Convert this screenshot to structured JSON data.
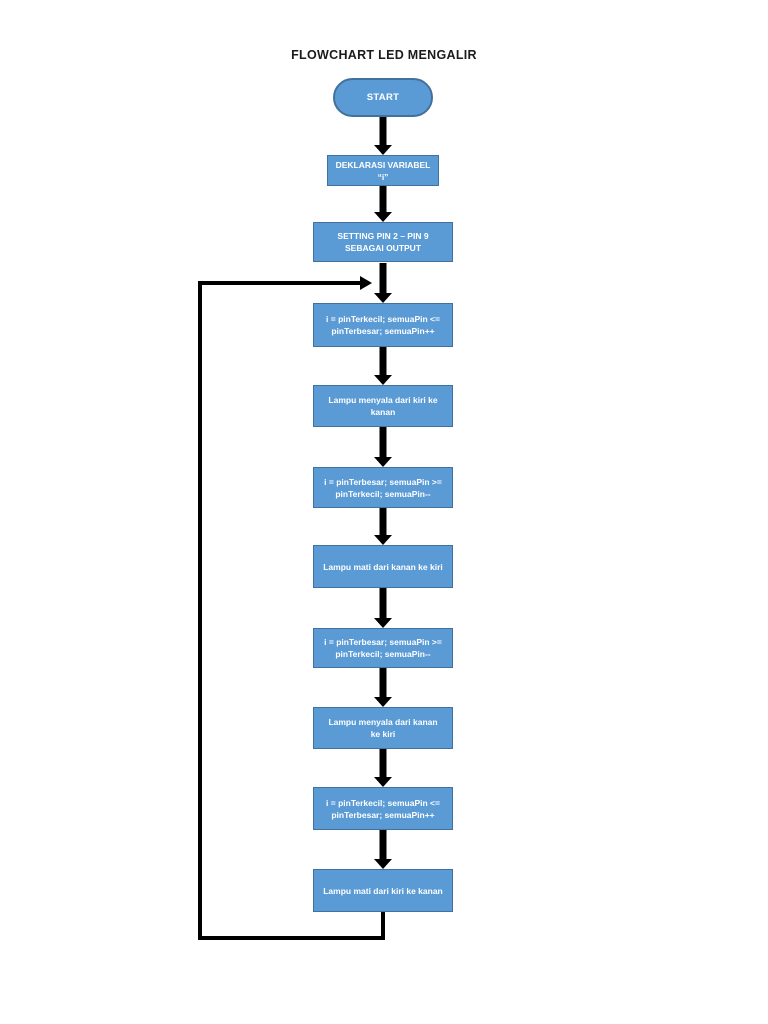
{
  "page": {
    "title": "FLOWCHART LED MENGALIR"
  },
  "flowchart": {
    "colors": {
      "node_fill": "#5B9BD5",
      "node_border": "#41719C",
      "node_text": "#FFFFFF",
      "line": "#000000"
    },
    "nodes": [
      {
        "id": "start",
        "shape": "terminator",
        "line1": "START"
      },
      {
        "id": "deklarasi-variabel",
        "shape": "process",
        "line1": "DEKLARASI VARIABEL",
        "line2": "“i”"
      },
      {
        "id": "setting-pin-output",
        "shape": "process",
        "line1": "SETTING PIN 2 – PIN 9",
        "line2": "SEBAGAI OUTPUT"
      },
      {
        "id": "loop-naik-1",
        "shape": "process",
        "line1": "i = pinTerkecil; semuaPin <=",
        "line2": "pinTerbesar; semuaPin++"
      },
      {
        "id": "nyala-kiri-ke-kanan",
        "shape": "process",
        "line1": "Lampu menyala dari kiri ke",
        "line2": "kanan"
      },
      {
        "id": "loop-turun-1",
        "shape": "process",
        "line1": "i = pinTerbesar; semuaPin >=",
        "line2": "pinTerkecil; semuaPin--"
      },
      {
        "id": "mati-kanan-ke-kiri",
        "shape": "process",
        "line1": "Lampu mati dari kanan ke kiri"
      },
      {
        "id": "loop-turun-2",
        "shape": "process",
        "line1": "i = pinTerbesar; semuaPin >=",
        "line2": "pinTerkecil; semuaPin--"
      },
      {
        "id": "nyala-kanan-ke-kiri",
        "shape": "process",
        "line1": "Lampu menyala dari kanan",
        "line2": "ke kiri"
      },
      {
        "id": "loop-naik-2",
        "shape": "process",
        "line1": "i = pinTerkecil; semuaPin <=",
        "line2": "pinTerbesar; semuaPin++"
      },
      {
        "id": "mati-kiri-ke-kanan",
        "shape": "process",
        "line1": "Lampu mati dari kiri ke kanan"
      }
    ],
    "connectors": {
      "down_arrows": 10,
      "loop_back": "from bottom node, down-left-up, re-enters above loop-naik-1"
    }
  }
}
